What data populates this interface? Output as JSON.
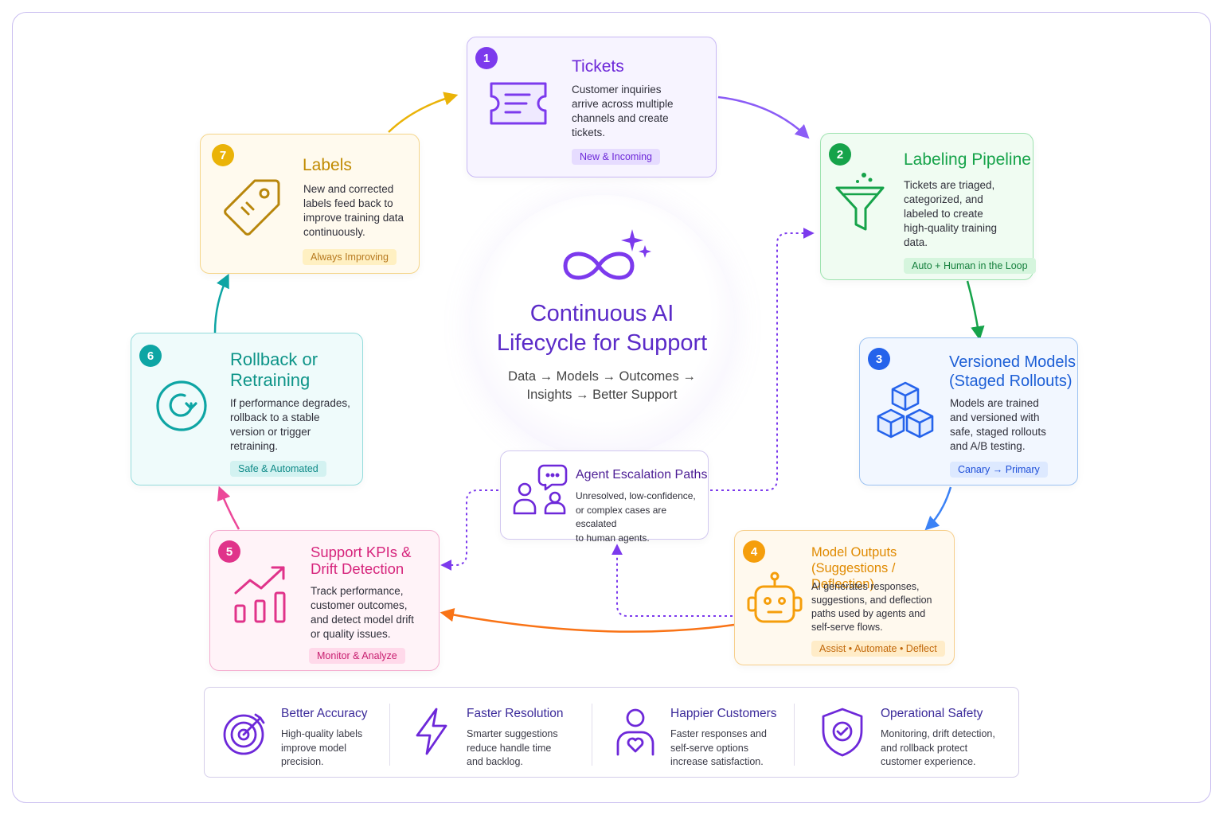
{
  "center": {
    "title_line1": "Continuous AI",
    "title_line2": "Lifecycle for Support",
    "subtitle_line1": "Data → Models → Outcomes →",
    "subtitle_line2": "Insights → Better Support"
  },
  "steps": {
    "tickets": {
      "number": "1",
      "title": "Tickets",
      "desc": [
        "Customer inquiries",
        "arrive across multiple",
        "channels and create",
        "tickets."
      ],
      "tag": "New & Incoming",
      "color": "#7c3aed"
    },
    "labeling": {
      "number": "2",
      "title": "Labeling Pipeline",
      "desc": [
        "Tickets are triaged,",
        "categorized, and",
        "labeled to create",
        "high-quality training",
        "data."
      ],
      "tag": "Auto + Human in the Loop",
      "color": "#16a34a"
    },
    "versioned": {
      "number": "3",
      "title_line1": "Versioned Models",
      "title_line2": "(Staged Rollouts)",
      "desc": [
        "Models are trained",
        "and versioned with",
        "safe, staged rollouts",
        "and A/B testing."
      ],
      "tag": "Canary → Primary",
      "color": "#2563eb"
    },
    "outputs": {
      "number": "4",
      "title_line1": "Model Outputs",
      "title_line2": "(Suggestions / Deflection)",
      "desc": [
        "AI generates responses,",
        "suggestions, and deflection",
        "paths used by agents and",
        "self-serve flows."
      ],
      "tag": "Assist • Automate • Deflect",
      "color": "#f59e0b"
    },
    "kpis": {
      "number": "5",
      "title_line1": "Support KPIs &",
      "title_line2": "Drift Detection",
      "desc": [
        "Track performance,",
        "customer outcomes,",
        "and detect model drift",
        "or quality issues."
      ],
      "tag": "Monitor & Analyze",
      "color": "#e0338a"
    },
    "rollback": {
      "number": "6",
      "title_line1": "Rollback or",
      "title_line2": "Retraining",
      "desc": [
        "If performance degrades,",
        "rollback to a stable",
        "version or trigger",
        "retraining."
      ],
      "tag": "Safe & Automated",
      "color": "#0ea5a4"
    },
    "labels": {
      "number": "7",
      "title": "Labels",
      "desc": [
        "New and corrected",
        "labels feed back to",
        "improve training data",
        "continuously."
      ],
      "tag": "Always Improving",
      "color": "#eab308"
    }
  },
  "escalation": {
    "title": "Agent Escalation Paths",
    "desc": [
      "Unresolved, low-confidence,",
      "or complex cases are escalated",
      "to human agents."
    ]
  },
  "benefits": [
    {
      "title": "Better Accuracy",
      "desc": [
        "High-quality labels",
        "improve model",
        "precision."
      ]
    },
    {
      "title": "Faster Resolution",
      "desc": [
        "Smarter suggestions",
        "reduce handle time",
        "and backlog."
      ]
    },
    {
      "title": "Happier Customers",
      "desc": [
        "Faster responses and",
        "self-serve options",
        "increase satisfaction."
      ]
    },
    {
      "title": "Operational Safety",
      "desc": [
        "Monitoring, drift detection,",
        "and rollback protect",
        "customer experience."
      ]
    }
  ]
}
